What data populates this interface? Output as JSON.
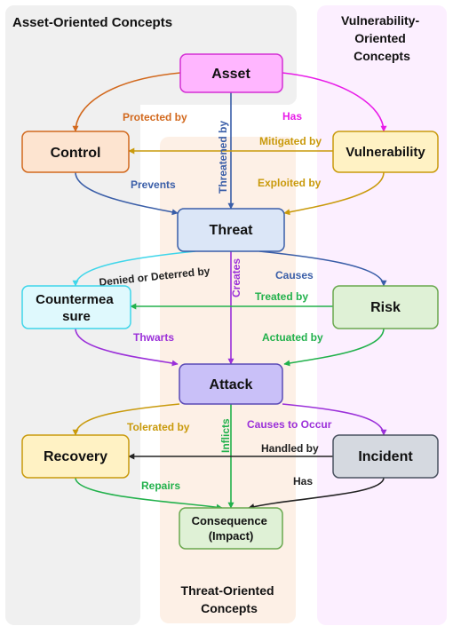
{
  "regions": {
    "asset": {
      "title": "Asset-Oriented  Concepts"
    },
    "vulnerability": {
      "title_lines": [
        "Vulnerability-",
        "Oriented",
        "Concepts"
      ]
    },
    "threat": {
      "title_lines": [
        "Threat-Oriented",
        "Concepts"
      ]
    }
  },
  "nodes": {
    "asset": {
      "lines": [
        "Asset"
      ]
    },
    "control": {
      "lines": [
        "Control"
      ]
    },
    "vulnerability": {
      "lines": [
        "Vulnerability"
      ]
    },
    "threat": {
      "lines": [
        "Threat"
      ]
    },
    "countermeasure": {
      "lines": [
        "Countermea",
        "sure"
      ]
    },
    "risk": {
      "lines": [
        "Risk"
      ]
    },
    "attack": {
      "lines": [
        "Attack"
      ]
    },
    "recovery": {
      "lines": [
        "Recovery"
      ]
    },
    "incident": {
      "lines": [
        "Incident"
      ]
    },
    "consequence": {
      "lines": [
        "Consequence",
        "(Impact)"
      ]
    }
  },
  "edges": {
    "protected_by": {
      "label": "Protected by",
      "color": "#d2691e"
    },
    "has_vuln": {
      "label": "Has",
      "color": "#e81ce8"
    },
    "threatened_by": {
      "label": "Threatened by",
      "color": "#3a5ea8"
    },
    "mitigated_by": {
      "label": "Mitigated by",
      "color": "#c99a0c"
    },
    "exploited_by": {
      "label": "Exploited by",
      "color": "#c99a0c"
    },
    "prevents": {
      "label": "Prevents",
      "color": "#3a5ea8"
    },
    "denied_or_deterred_by": {
      "label": "Denied or Deterred by",
      "color": "#222222",
      "arrow_color": "#3fd6ea"
    },
    "creates": {
      "label": "Creates",
      "color": "#9b30d9"
    },
    "causes": {
      "label": "Causes",
      "color": "#3a5ea8"
    },
    "treated_by": {
      "label": "Treated by",
      "color": "#22b14c"
    },
    "thwarts": {
      "label": "Thwarts",
      "color": "#9b30d9"
    },
    "actuated_by": {
      "label": "Actuated by",
      "color": "#22b14c"
    },
    "tolerated_by": {
      "label": "Tolerated by",
      "color": "#c99a0c"
    },
    "causes_to_occur": {
      "label": "Causes to Occur",
      "color": "#9b30d9"
    },
    "inflicts": {
      "label": "Inflicts",
      "color": "#22b14c"
    },
    "handled_by": {
      "label": "Handled by",
      "color": "#222222"
    },
    "repairs": {
      "label": "Repairs",
      "color": "#22b14c"
    },
    "has_consequence": {
      "label": "Has",
      "color": "#222222"
    }
  }
}
